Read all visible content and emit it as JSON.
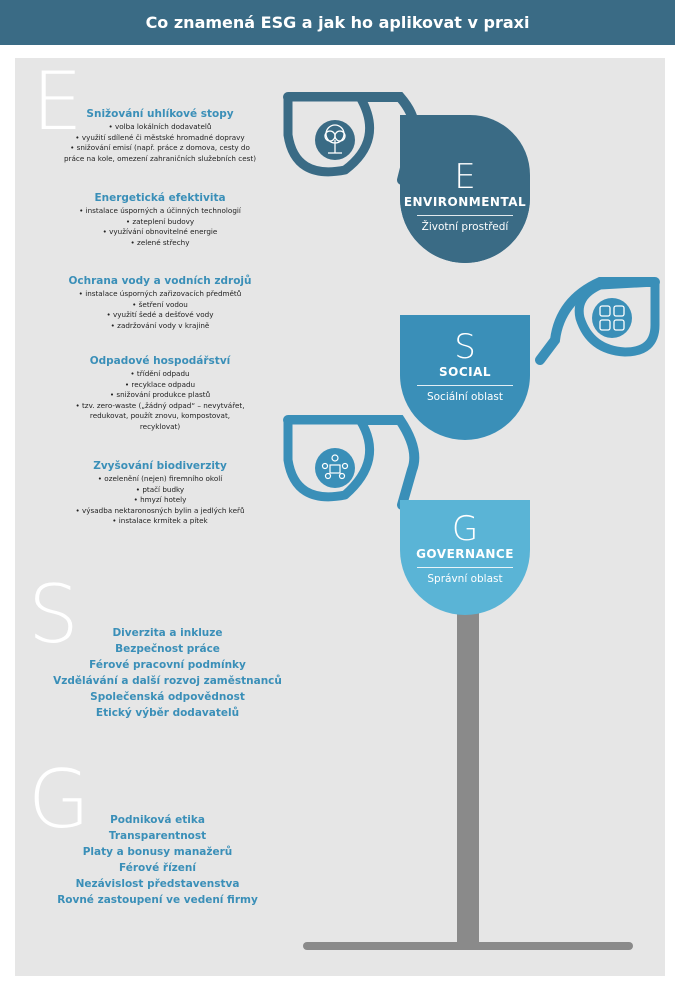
{
  "header": {
    "title": "Co znamená ESG a jak ho aplikovat v praxi"
  },
  "letters": {
    "e": "E",
    "s": "S",
    "g": "G"
  },
  "e_topics": [
    {
      "title": "Snižování uhlíkové stopy",
      "lines": [
        "• volba lokálních dodavatelů",
        "• využití sdílené či městské hromadné dopravy",
        "• snižování emisí (např. práce z domova, cesty do",
        "práce na kole, omezení zahraničních služebních cest)"
      ]
    },
    {
      "title": "Energetická efektivita",
      "lines": [
        "• instalace úsporných a účinných technologií",
        "• zateplení budovy",
        "• využívání obnovitelné energie",
        "• zelené střechy"
      ]
    },
    {
      "title": "Ochrana vody a vodních zdrojů",
      "lines": [
        "• instalace úsporných zařizovacích předmětů",
        "• šetření vodou",
        "• využití šedé a dešťové vody",
        "• zadržování vody v krajině"
      ]
    },
    {
      "title": "Odpadové hospodářství",
      "lines": [
        "• třídění odpadu",
        "• recyklace odpadu",
        "• snižování produkce plastů",
        "• tzv. zero-waste („žádný odpad“ – nevytvářet,",
        "redukovat, použít znovu, kompostovat,",
        "recyklovat)"
      ]
    },
    {
      "title": "Zvyšování biodiverzity",
      "lines": [
        "• ozelenění (nejen) firemního okolí",
        "• ptačí budky",
        "• hmyzí hotely",
        "• výsadba nektaronosných bylin a jedlých keřů",
        "• instalace krmítek a pítek"
      ]
    }
  ],
  "s_list": [
    "Diverzita a inkluze",
    "Bezpečnost práce",
    "Férové pracovní podmínky",
    "Vzdělávání a další rozvoj zaměstnanců",
    "Společenská odpovědnost",
    "Etický výběr dodavatelů"
  ],
  "g_list": [
    "Podniková etika",
    "Transparentnost",
    "Platy a bonusy manažerů",
    "Férové řízení",
    "Nezávislost představenstva",
    "Rovné zastoupení ve vedení firmy"
  ],
  "leaves": {
    "e": {
      "letter": "E",
      "name": "ENVIRONMENTAL",
      "sub": "Životní prostředí"
    },
    "s": {
      "letter": "S",
      "name": "SOCIAL",
      "sub": "Sociální oblast"
    },
    "g": {
      "letter": "G",
      "name": "GOVERNANCE",
      "sub": "Správní oblast"
    }
  },
  "icons": {
    "e": "tree-icon",
    "s": "hands-icon",
    "g": "meeting-icon"
  },
  "colors": {
    "header": "#3a6b85",
    "panel": "#e6e6e6",
    "leaf_e": "#3a6b85",
    "leaf_s": "#3a8fb8",
    "leaf_g": "#5ab4d6",
    "accent": "#3a8fb8",
    "pole": "#8a8a8a"
  }
}
